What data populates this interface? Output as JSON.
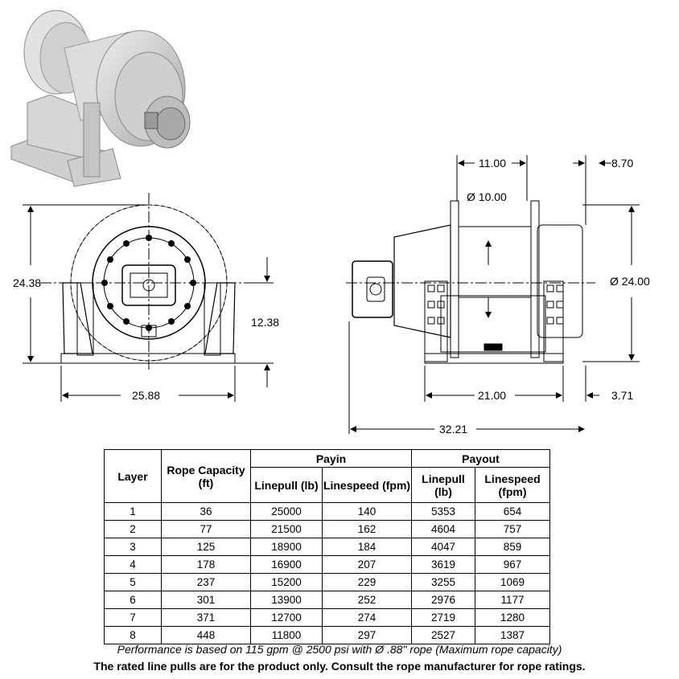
{
  "dimensions": {
    "front_height": "24.38",
    "front_center_height": "12.38",
    "front_width": "25.88",
    "side_dim_11": "11.00",
    "side_dim_870": "8.70",
    "drum_diameter": "Ø 10.00",
    "flange_diameter": "Ø 24.00",
    "side_dim_21": "21.00",
    "side_dim_371": "3.71",
    "side_overall": "32.21"
  },
  "table": {
    "headers": {
      "layer": "Layer",
      "rope_capacity": "Rope Capacity (ft)",
      "payin": "Payin",
      "payout": "Payout",
      "linepull": "Linepull (lb)",
      "linespeed": "Linespeed (fpm)"
    },
    "rows": [
      [
        "1",
        "36",
        "25000",
        "140",
        "5353",
        "654"
      ],
      [
        "2",
        "77",
        "21500",
        "162",
        "4604",
        "757"
      ],
      [
        "3",
        "125",
        "18900",
        "184",
        "4047",
        "859"
      ],
      [
        "4",
        "178",
        "16900",
        "207",
        "3619",
        "967"
      ],
      [
        "5",
        "237",
        "15200",
        "229",
        "3255",
        "1069"
      ],
      [
        "6",
        "301",
        "13900",
        "252",
        "2976",
        "1177"
      ],
      [
        "7",
        "371",
        "12700",
        "274",
        "2719",
        "1280"
      ],
      [
        "8",
        "448",
        "11800",
        "297",
        "2527",
        "1387"
      ]
    ]
  },
  "notes": {
    "performance": "Performance is based on 115 gpm @ 2500 psi with Ø .88\" rope (Maximum rope capacity)",
    "rating": "The rated line pulls are for the product only. Consult the rope manufacturer for rope ratings."
  }
}
